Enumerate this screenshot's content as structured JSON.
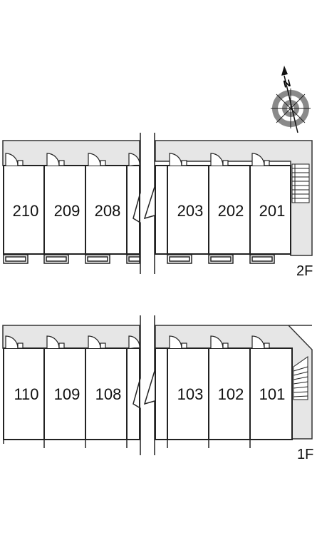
{
  "compass": {
    "label": "N",
    "icon": "north-arrow-compass-icon"
  },
  "colors": {
    "corridor": "#e6e6e6",
    "wall": "#222222",
    "line": "#333333",
    "compass_ring": "#8a8a8a"
  },
  "floors": [
    {
      "label": "2F",
      "units": [
        "210",
        "209",
        "208",
        "",
        "203",
        "202",
        "201"
      ],
      "stair": "stair-icon"
    },
    {
      "label": "1F",
      "units": [
        "110",
        "109",
        "108",
        "",
        "103",
        "102",
        "101"
      ],
      "stair": "stair-icon"
    }
  ]
}
